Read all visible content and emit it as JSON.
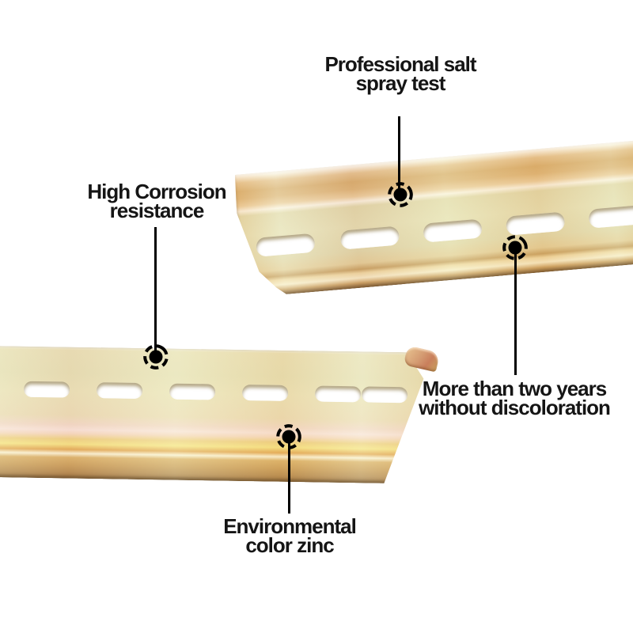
{
  "callouts": {
    "salt_spray": {
      "line1": "Professional salt",
      "line2": "spray test"
    },
    "corrosion": {
      "line1": "High Corrosion",
      "line2": "resistance"
    },
    "discoloration": {
      "line1": "More than two years",
      "line2": "without discoloration"
    },
    "color_zinc": {
      "line1": "Environmental",
      "line2": "color zinc"
    }
  },
  "marker_icon": "target-dot-icon",
  "colors": {
    "background": "#ffffff",
    "text": "#151515",
    "callout_line": "#000000",
    "marker": "#000000",
    "zinc_gold": "#d4ab60",
    "zinc_green": "#e2dea8",
    "zinc_pink": "#f7e3d3",
    "zinc_yellow": "#f4e47a",
    "zinc_orange": "#e0a84a"
  }
}
